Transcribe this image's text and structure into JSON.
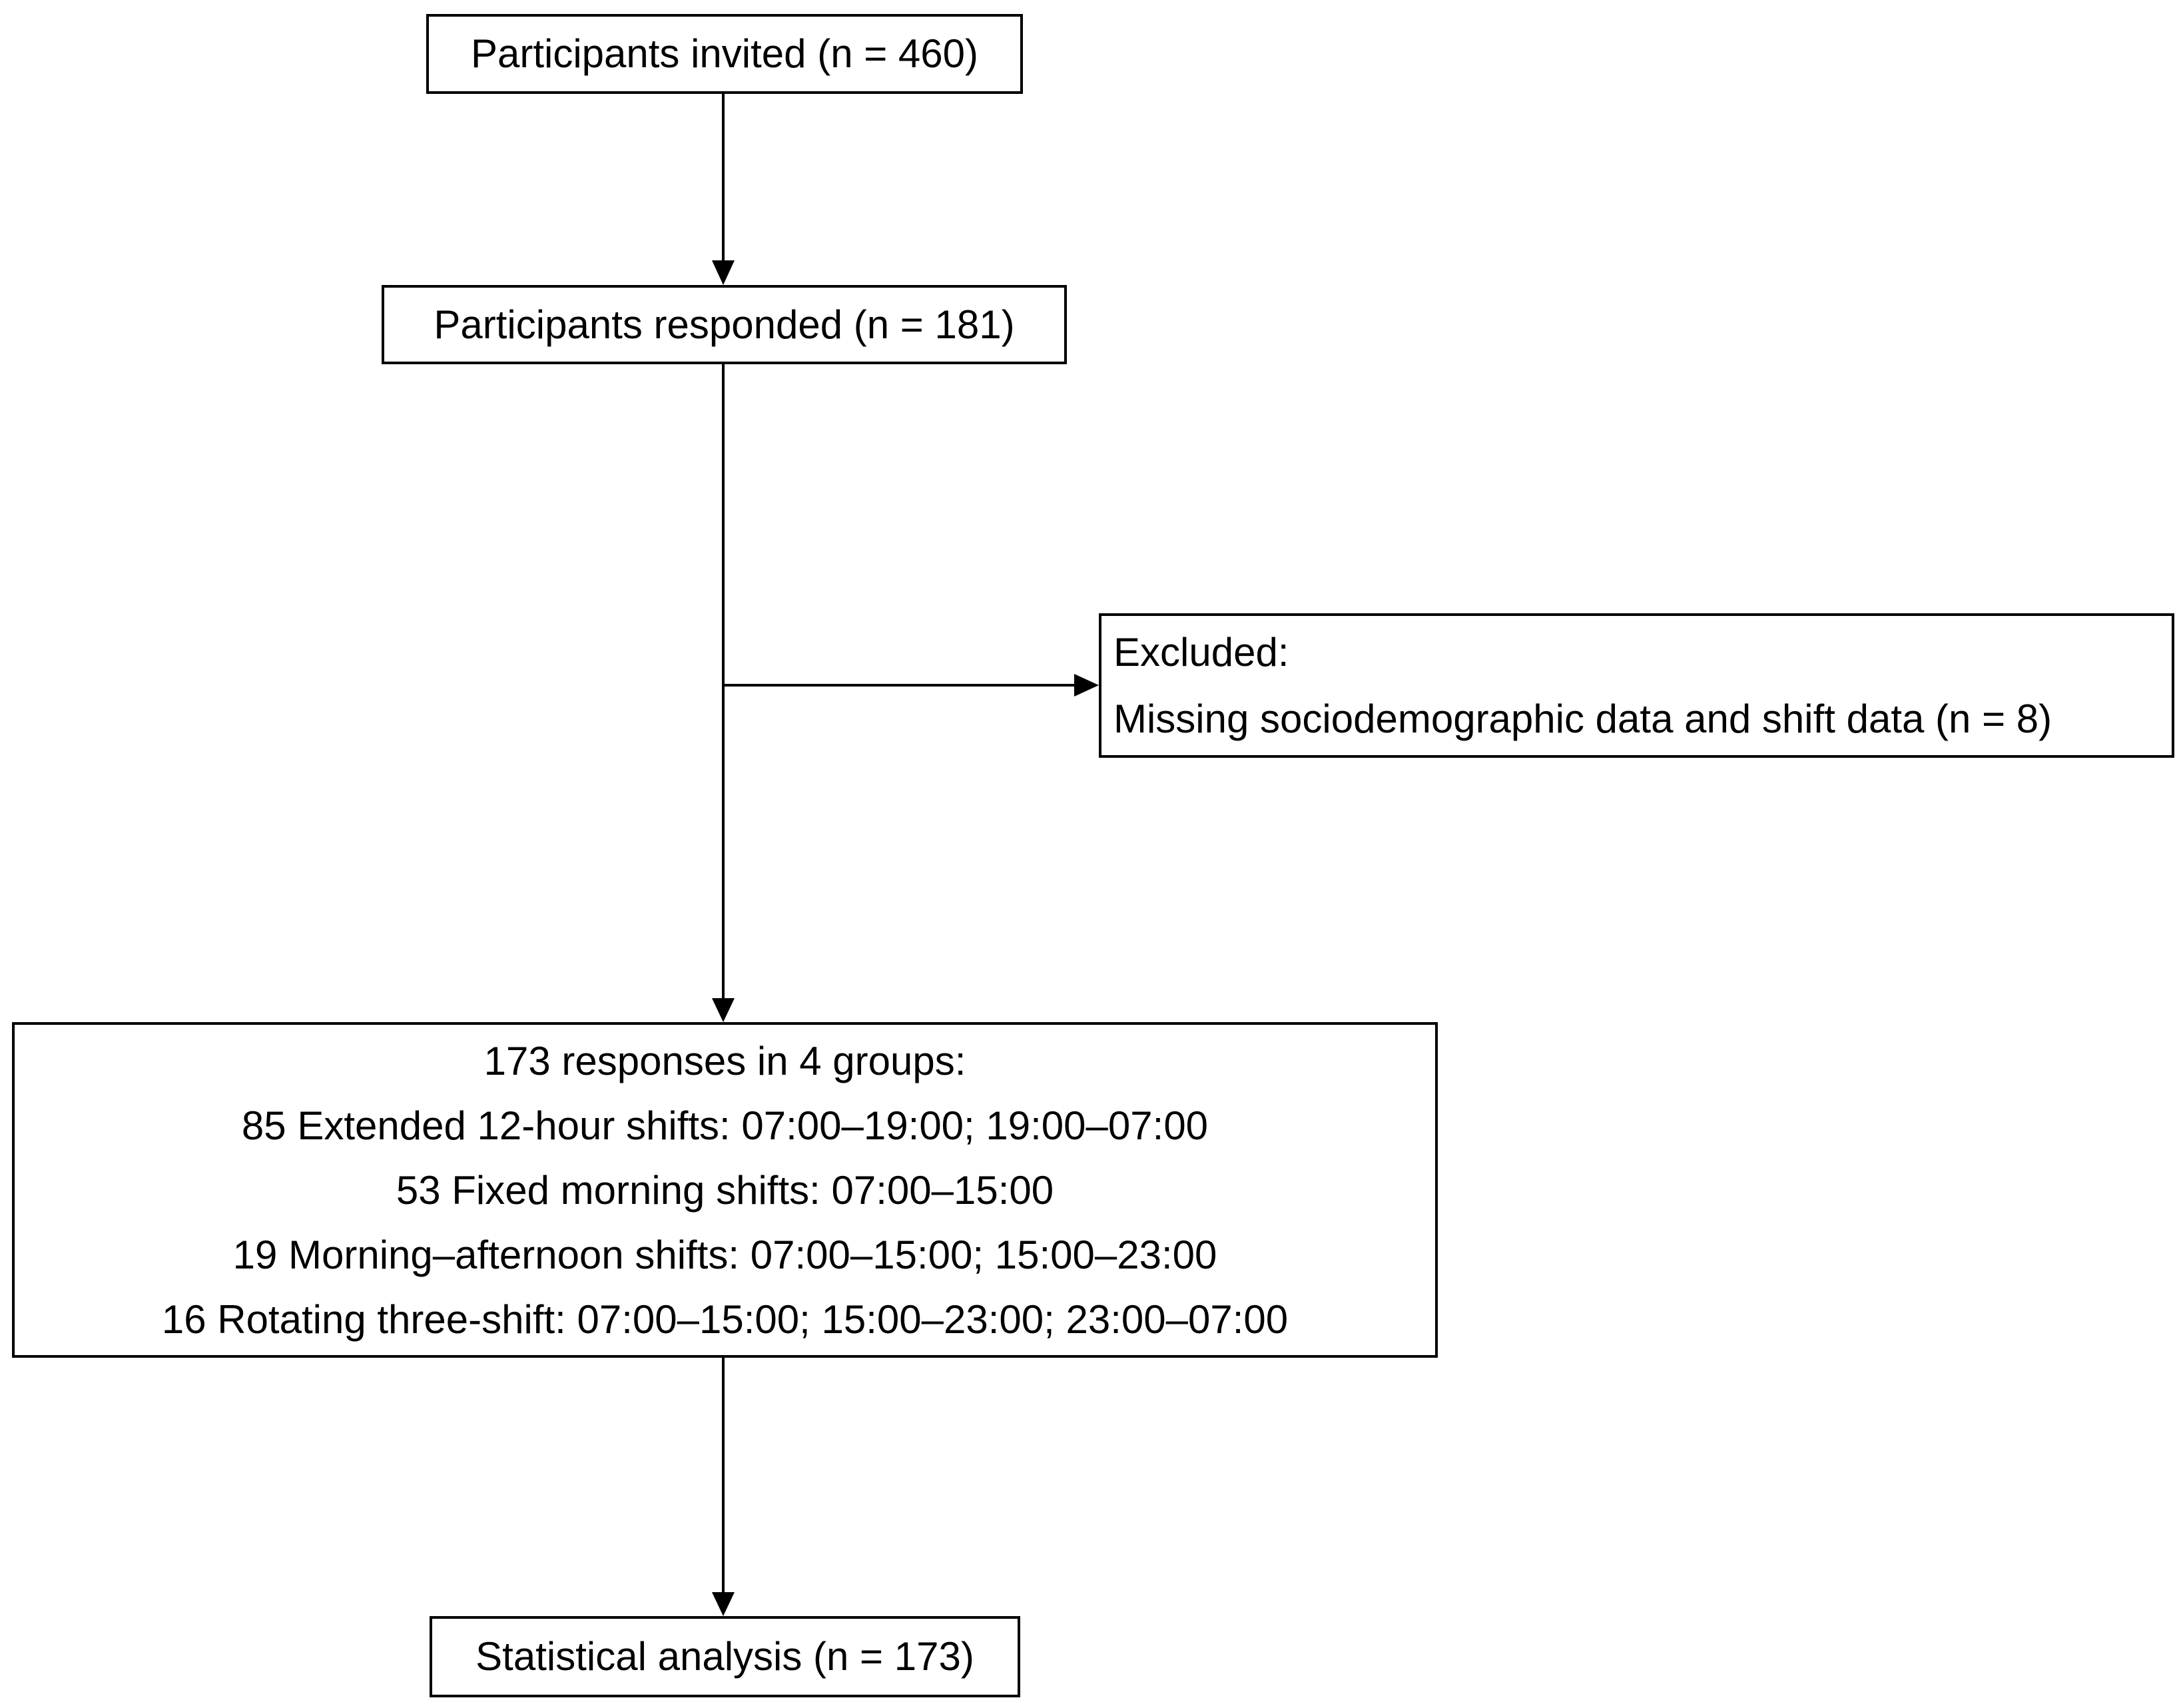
{
  "nodes": {
    "invited": "Participants invited (n = 460)",
    "responded": "Participants responded (n = 181)",
    "excluded": {
      "title": "Excluded:",
      "reason": "Missing sociodemographic data and shift data (n = 8)"
    },
    "groups": {
      "title": "173 responses in 4 groups:",
      "items": [
        "85 Extended 12-hour shifts: 07:00–19:00; 19:00–07:00",
        "53 Fixed morning shifts: 07:00–15:00",
        "19 Morning–afternoon shifts: 07:00–15:00; 15:00–23:00",
        "16 Rotating three-shift: 07:00–15:00; 15:00–23:00; 23:00–07:00"
      ]
    },
    "analysis": "Statistical analysis (n = 173)"
  }
}
